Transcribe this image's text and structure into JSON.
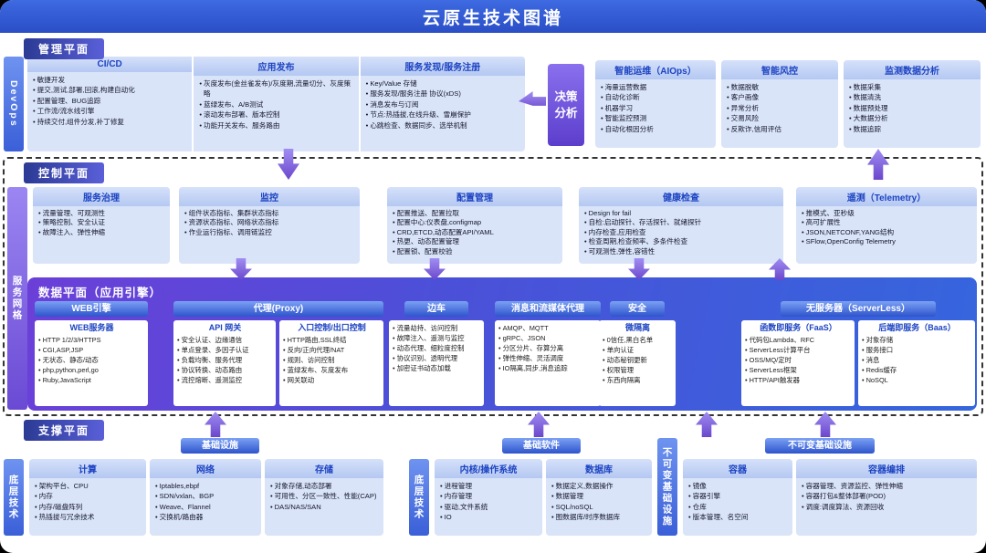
{
  "banner": {
    "title": "云原生技术图谱"
  },
  "colors": {
    "banner_blue": "#2f55cc",
    "light_card": "#d9e4f8",
    "card_title_blue": "#1c43c2",
    "arrow_purple": "#7a5cd6",
    "dataplane_gradient_left": "#6b3fd8",
    "dataplane_gradient_right": "#3566de"
  },
  "management": {
    "label": "管理平面",
    "devops_label": "DevOps",
    "columns": [
      {
        "title": "CI/CD",
        "items": [
          "敏捷开发",
          "提交,测试,部署,回滚,构建自动化",
          "配置管理、BUG追踪",
          "工作流/流水线引擎",
          "持续交付,组件分发,补丁修复"
        ]
      },
      {
        "title": "应用发布",
        "items": [
          "灰度发布(金丝雀发布)/灰度期,流量切分、灰度策略",
          "蓝绿发布、A/B测试",
          "滚动发布部署、版本控制",
          "功能开关发布、服务路由"
        ]
      },
      {
        "title": "服务发现/服务注册",
        "items": [
          "Key/Value 存储",
          "服务发现/服务注册 协议(xDS)",
          "消息发布与订阅",
          "节点:热插拔,在线升级、雪崩保护",
          "心跳检查、数据同步、选举机制"
        ]
      }
    ],
    "decision": {
      "label": "决策分析"
    },
    "right_boxes": [
      {
        "title": "智能运维（AIOps）",
        "items": [
          "海量运营数据",
          "自动化诊断",
          "机器学习",
          "智能监控预测",
          "自动化根因分析"
        ]
      },
      {
        "title": "智能风控",
        "items": [
          "数据脱敏",
          "客户画像",
          "异常分析",
          "交易风险",
          "反欺诈,信用评估"
        ]
      },
      {
        "title": "监测数据分析",
        "items": [
          "数据采集",
          "数据清洗",
          "数据预处理",
          "大数据分析",
          "数据追踪"
        ]
      }
    ]
  },
  "control": {
    "label": "控制平面",
    "mesh_label": "服务网格",
    "boxes": [
      {
        "title": "服务治理",
        "items": [
          "流量管理、可观测性",
          "策略控制、安全认证",
          "故障注入、弹性伸缩"
        ]
      },
      {
        "title": "监控",
        "items": [
          "组件状态指标、集群状态指标",
          "资源状态指标、网络状态指标",
          "作业运行指标、调用链监控"
        ]
      },
      {
        "title": "配置管理",
        "items": [
          "配置推送、配置拉取",
          "配置中心:仪表盘,configmap",
          "CRD,ETCD,动态配置API/YAML",
          "热更、动态配置管理",
          "配置锁、配置校验"
        ]
      },
      {
        "title": "健康检查",
        "items": [
          "Design for fail",
          "自检:启动探针、存活探针、就绪探针",
          "内存检查,应用检查",
          "检查周期,检查频率、多条件检查",
          "可观测性,弹性,容错性"
        ]
      },
      {
        "title": "遥测（Telemetry）",
        "items": [
          "推模式、亚秒级",
          "高可扩展性",
          "JSON,NETCONF,YANG结构",
          "SFlow,OpenConfig Telemetry"
        ]
      }
    ]
  },
  "dataplane": {
    "title": "数据平面（应用引擎）",
    "groups": [
      {
        "header": "WEB引擎",
        "cards": [
          {
            "title": "WEB服务器",
            "items": [
              "HTTP 1/2/3/HTTPS",
              "CGI,ASP,JSP",
              "无状态、静态/动态",
              "php,python,perl,go",
              "Ruby,JavaScript"
            ]
          }
        ]
      },
      {
        "header": "代理(Proxy)",
        "cards": [
          {
            "title": "API 网关",
            "items": [
              "安全认证、边缘通信",
              "单点登录、多因子认证",
              "负载均衡、服务代理",
              "协议转换、动态路由",
              "流控熔断、遥测监控"
            ]
          },
          {
            "title": "入口控制/出口控制",
            "items": [
              "HTTP路由,SSL终结",
              "反向/正向代理/NAT",
              "规则、访问控制",
              "蓝绿发布、灰度发布",
              "网关联动"
            ]
          }
        ]
      },
      {
        "header": "边车",
        "cards": [
          {
            "title": "",
            "items": [
              "流量劫持、访问控制",
              "故障注入、遥测与监控",
              "动态代理、细粒度控制",
              "协议识别、透明代理",
              "加密证书动态加载"
            ]
          }
        ]
      },
      {
        "header": "消息和流媒体代理",
        "cards": [
          {
            "title": "",
            "items": [
              "AMQP、MQTT",
              "gRPC、JSON",
              "分区分片、存算分离",
              "弹性伸缩、灵活调度",
              "IO隔离,同步,消息追踪"
            ]
          }
        ]
      },
      {
        "header": "安全",
        "cards": [
          {
            "title": "微隔离",
            "items": [
              "0信任,黑白名单",
              "单向认证",
              "动态秘钥更新",
              "权限管理",
              "东西向隔离"
            ]
          }
        ]
      },
      {
        "header": "无服务器（ServerLess）",
        "cards": [
          {
            "title": "函数即服务（FaaS）",
            "items": [
              "代码包Lambda、RFC",
              "ServerLess计算平台",
              "OSS/MQ/定时",
              "ServerLess框架",
              "HTTP/API触发器"
            ]
          },
          {
            "title": "后端即服务（Baas）",
            "items": [
              "对象存储",
              "服务接口",
              "消息",
              "Redis缓存",
              "NoSQL"
            ]
          }
        ]
      }
    ]
  },
  "support": {
    "label": "支撑平面",
    "groups": [
      {
        "side_label": "底层技术",
        "header": "基础设施",
        "cards": [
          {
            "title": "计算",
            "items": [
              "架构平台、CPU",
              "内存",
              "内存/磁盘阵列",
              "热插拔与冗余技术"
            ]
          },
          {
            "title": "网络",
            "items": [
              "Iptables,ebpf",
              "SDN/vxlan、BGP",
              "Weave、Flannel",
              "交换机/路由器"
            ]
          },
          {
            "title": "存储",
            "items": [
              "对象存储,动态部署",
              "可用性、分区一致性、性能(CAP)",
              "DAS/NAS/SAN"
            ]
          }
        ]
      },
      {
        "side_label": "底层技术",
        "header": "基础软件",
        "cards": [
          {
            "title": "内核/操作系统",
            "items": [
              "进程管理",
              "内存管理",
              "驱动,文件系统",
              "IO"
            ]
          },
          {
            "title": "数据库",
            "items": [
              "数据定义,数据操作",
              "数据管理",
              "SQL/noSQL",
              "图数据库/时序数据库"
            ]
          }
        ]
      },
      {
        "side_label": "不可变基础设施",
        "header": "不可变基础设施",
        "cards": [
          {
            "title": "容器",
            "items": [
              "镜像",
              "容器引擎",
              "仓库",
              "版本管理、名空间"
            ]
          },
          {
            "title": "容器编排",
            "items": [
              "容器管理、资源监控、弹性伸缩",
              "容器打包&整体部署(POD)",
              "调度:调度算法、资源回收"
            ]
          }
        ]
      }
    ]
  }
}
